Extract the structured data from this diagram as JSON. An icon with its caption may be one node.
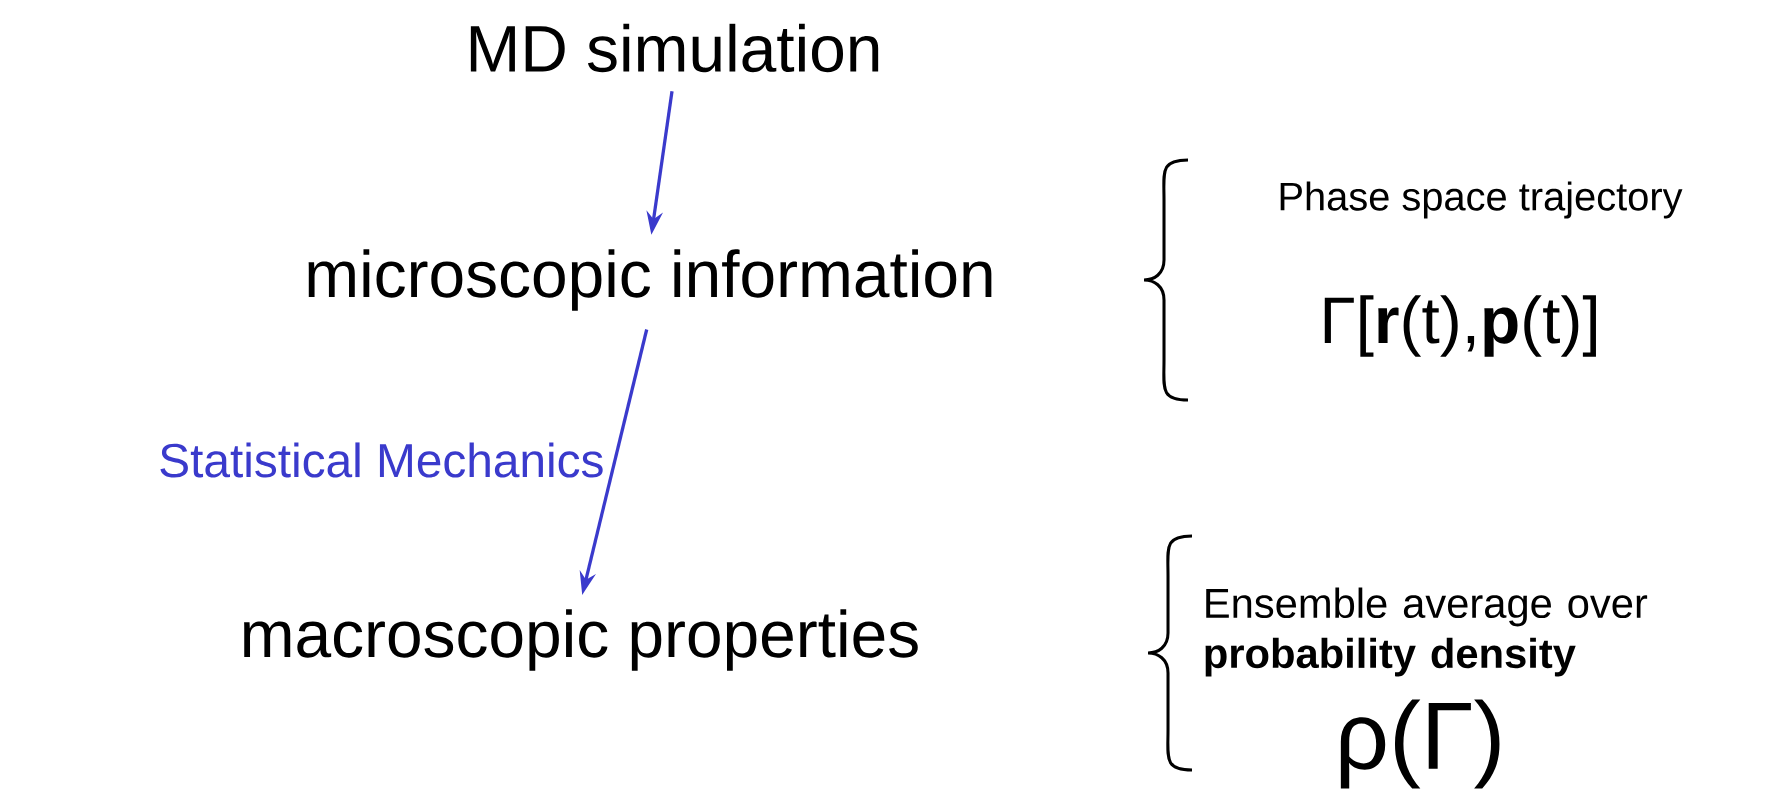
{
  "diagram": {
    "nodes": [
      {
        "text": [
          "MD simulation"
        ]
      },
      {
        "text": [
          "microscopic information"
        ]
      },
      {
        "text": [
          "macroscopic properties"
        ]
      }
    ],
    "edges": [
      {
        "from": 0,
        "to": 1,
        "arrow": "to"
      },
      {
        "from": 1,
        "to": 2,
        "arrow": "to",
        "label": "Statistical Mechanics"
      }
    ],
    "labels": [
      "Phase space trajectory",
      "Γ[**r**(t),**p**(t)]",
      "Ensemble average over **probability density**",
      "ρ(Γ)"
    ]
  }
}
